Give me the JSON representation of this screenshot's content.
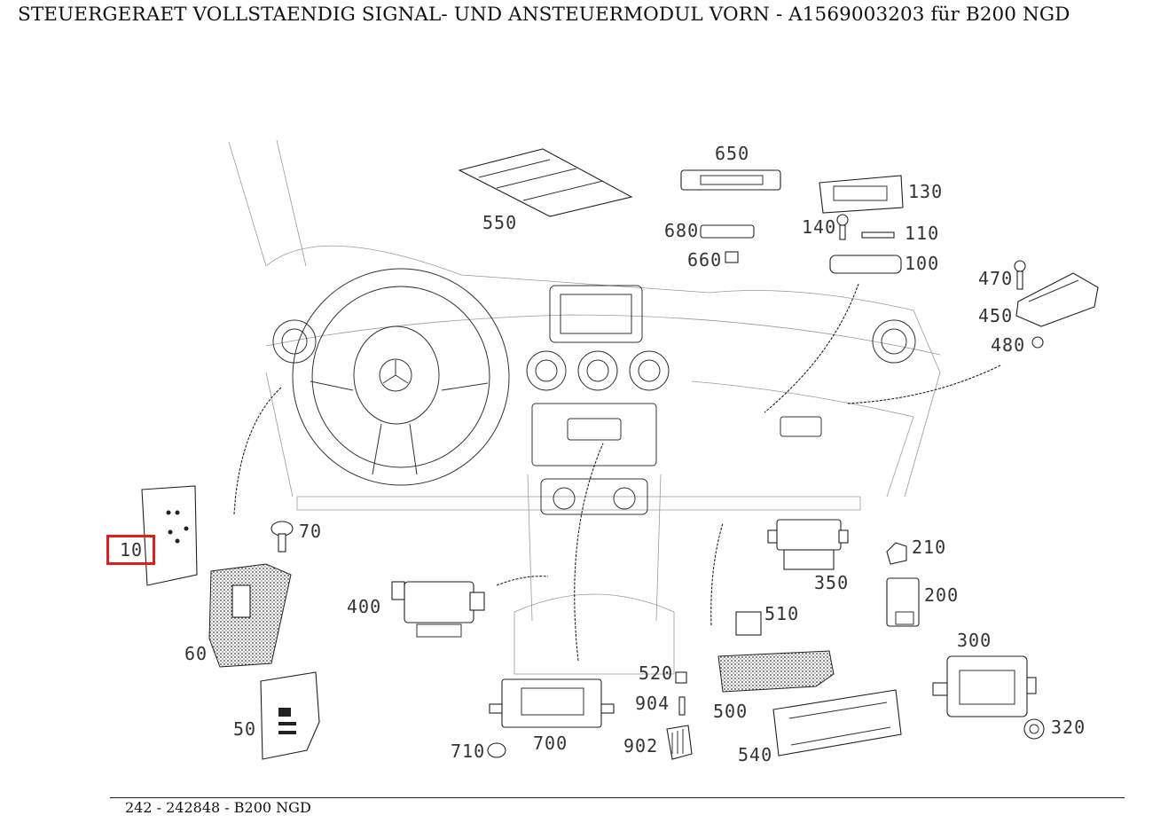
{
  "title": "STEUERGERAET VOLLSTAENDIG SIGNAL- UND ANSTEUERMODUL VORN - A1569003203 für B200 NGD",
  "footer": "242 - 242848 - B200 NGD",
  "highlight_color": "#e21b1b",
  "highlighted_part": "10",
  "part_labels": {
    "p10": "10",
    "p50": "50",
    "p60": "60",
    "p70": "70",
    "p100": "100",
    "p110": "110",
    "p130": "130",
    "p140": "140",
    "p200": "200",
    "p210": "210",
    "p300": "300",
    "p320": "320",
    "p350": "350",
    "p400": "400",
    "p450": "450",
    "p470": "470",
    "p480": "480",
    "p500": "500",
    "p510": "510",
    "p520": "520",
    "p540": "540",
    "p550": "550",
    "p650": "650",
    "p660": "660",
    "p680": "680",
    "p700": "700",
    "p710": "710",
    "p902": "902",
    "p904": "904"
  }
}
